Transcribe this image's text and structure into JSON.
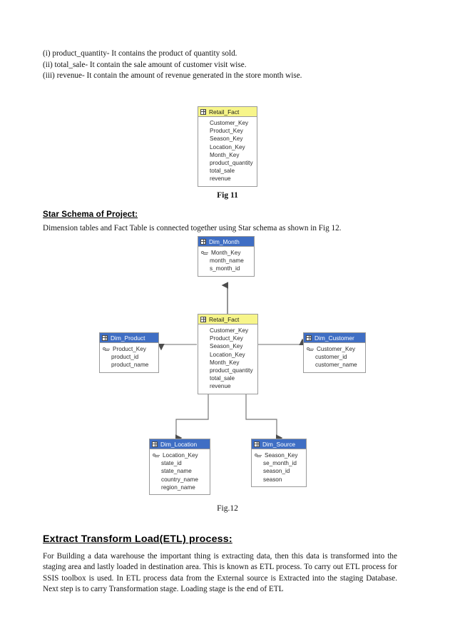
{
  "document": {
    "intro_list": [
      "(i) product_quantity- It contains the product of quantity sold.",
      "(ii) total_sale- It contain the sale amount of customer visit wise.",
      "(iii) revenue- It contain the amount of revenue generated in the store month wise."
    ],
    "fig11_caption": "Fig 11",
    "fig12_caption": "Fig.12",
    "star_schema_heading": "Star Schema of Project:",
    "star_schema_description": "Dimension tables and Fact Table is connected together using Star schema as shown in Fig 12.",
    "etl_heading": "Extract Transform Load(ETL) process:",
    "etl_paragraph": "For Building a data warehouse the important thing is extracting data, then this data is transformed into the staging area and lastly loaded in destination area. This is known as ETL process. To carry out ETL process for SSIS toolbox is used. In ETL process data from the External source is Extracted into the staging  Database. Next step is to carry Transformation stage. Loading stage is the end of ETL"
  },
  "colors": {
    "fact_header": "#f7f58a",
    "dim_header": "#3f6ec4",
    "dim_header_text": "#ffffff",
    "table_border": "#9a9a9a",
    "connector": "#5a5a5a",
    "page_background": "#ffffff"
  },
  "fig11": {
    "table": {
      "name": "Retail_Fact",
      "icon": "table-grid-icon",
      "kind": "fact",
      "fields": [
        {
          "label": "Customer_Key",
          "pk": false
        },
        {
          "label": "Product_Key",
          "pk": false
        },
        {
          "label": "Season_Key",
          "pk": false
        },
        {
          "label": "Location_Key",
          "pk": false
        },
        {
          "label": "Month_Key",
          "pk": false
        },
        {
          "label": "product_quantity",
          "pk": false
        },
        {
          "label": "total_sale",
          "pk": false
        },
        {
          "label": "revenue",
          "pk": false
        }
      ]
    }
  },
  "fig12": {
    "tables": {
      "dim_month": {
        "name": "Dim_Month",
        "icon": "table-grid-icon",
        "kind": "dimension",
        "fields": [
          {
            "label": "Month_Key",
            "pk": true
          },
          {
            "label": "month_name",
            "pk": false
          },
          {
            "label": "s_month_id",
            "pk": false
          }
        ]
      },
      "retail_fact": {
        "name": "Retail_Fact",
        "icon": "table-grid-icon",
        "kind": "fact",
        "fields": [
          {
            "label": "Customer_Key",
            "pk": false
          },
          {
            "label": "Product_Key",
            "pk": false
          },
          {
            "label": "Season_Key",
            "pk": false
          },
          {
            "label": "Location_Key",
            "pk": false
          },
          {
            "label": "Month_Key",
            "pk": false
          },
          {
            "label": "product_quantity",
            "pk": false
          },
          {
            "label": "total_sale",
            "pk": false
          },
          {
            "label": "revenue",
            "pk": false
          }
        ]
      },
      "dim_product": {
        "name": "Dim_Product",
        "icon": "table-grid-icon",
        "kind": "dimension",
        "fields": [
          {
            "label": "Product_Key",
            "pk": true
          },
          {
            "label": "product_id",
            "pk": false
          },
          {
            "label": "product_name",
            "pk": false
          }
        ]
      },
      "dim_customer": {
        "name": "Dim_Customer",
        "icon": "table-grid-icon",
        "kind": "dimension",
        "fields": [
          {
            "label": "Customer_Key",
            "pk": true
          },
          {
            "label": "customer_id",
            "pk": false
          },
          {
            "label": "customer_name",
            "pk": false
          }
        ]
      },
      "dim_location": {
        "name": "Dim_Location",
        "icon": "table-grid-icon",
        "kind": "dimension",
        "fields": [
          {
            "label": "Location_Key",
            "pk": true
          },
          {
            "label": "state_id",
            "pk": false
          },
          {
            "label": "state_name",
            "pk": false
          },
          {
            "label": "country_name",
            "pk": false
          },
          {
            "label": "region_name",
            "pk": false
          }
        ]
      },
      "dim_source": {
        "name": "Dim_Source",
        "icon": "table-grid-icon",
        "kind": "dimension",
        "fields": [
          {
            "label": "Season_Key",
            "pk": true
          },
          {
            "label": "se_month_id",
            "pk": false
          },
          {
            "label": "season_id",
            "pk": false
          },
          {
            "label": "season",
            "pk": false
          }
        ]
      }
    },
    "relationships": [
      {
        "from": "retail_fact",
        "to": "dim_month",
        "direction": "up"
      },
      {
        "from": "retail_fact",
        "to": "dim_product",
        "direction": "left"
      },
      {
        "from": "retail_fact",
        "to": "dim_customer",
        "direction": "right"
      },
      {
        "from": "retail_fact",
        "to": "dim_location",
        "direction": "down-left"
      },
      {
        "from": "retail_fact",
        "to": "dim_source",
        "direction": "down-right"
      }
    ]
  }
}
